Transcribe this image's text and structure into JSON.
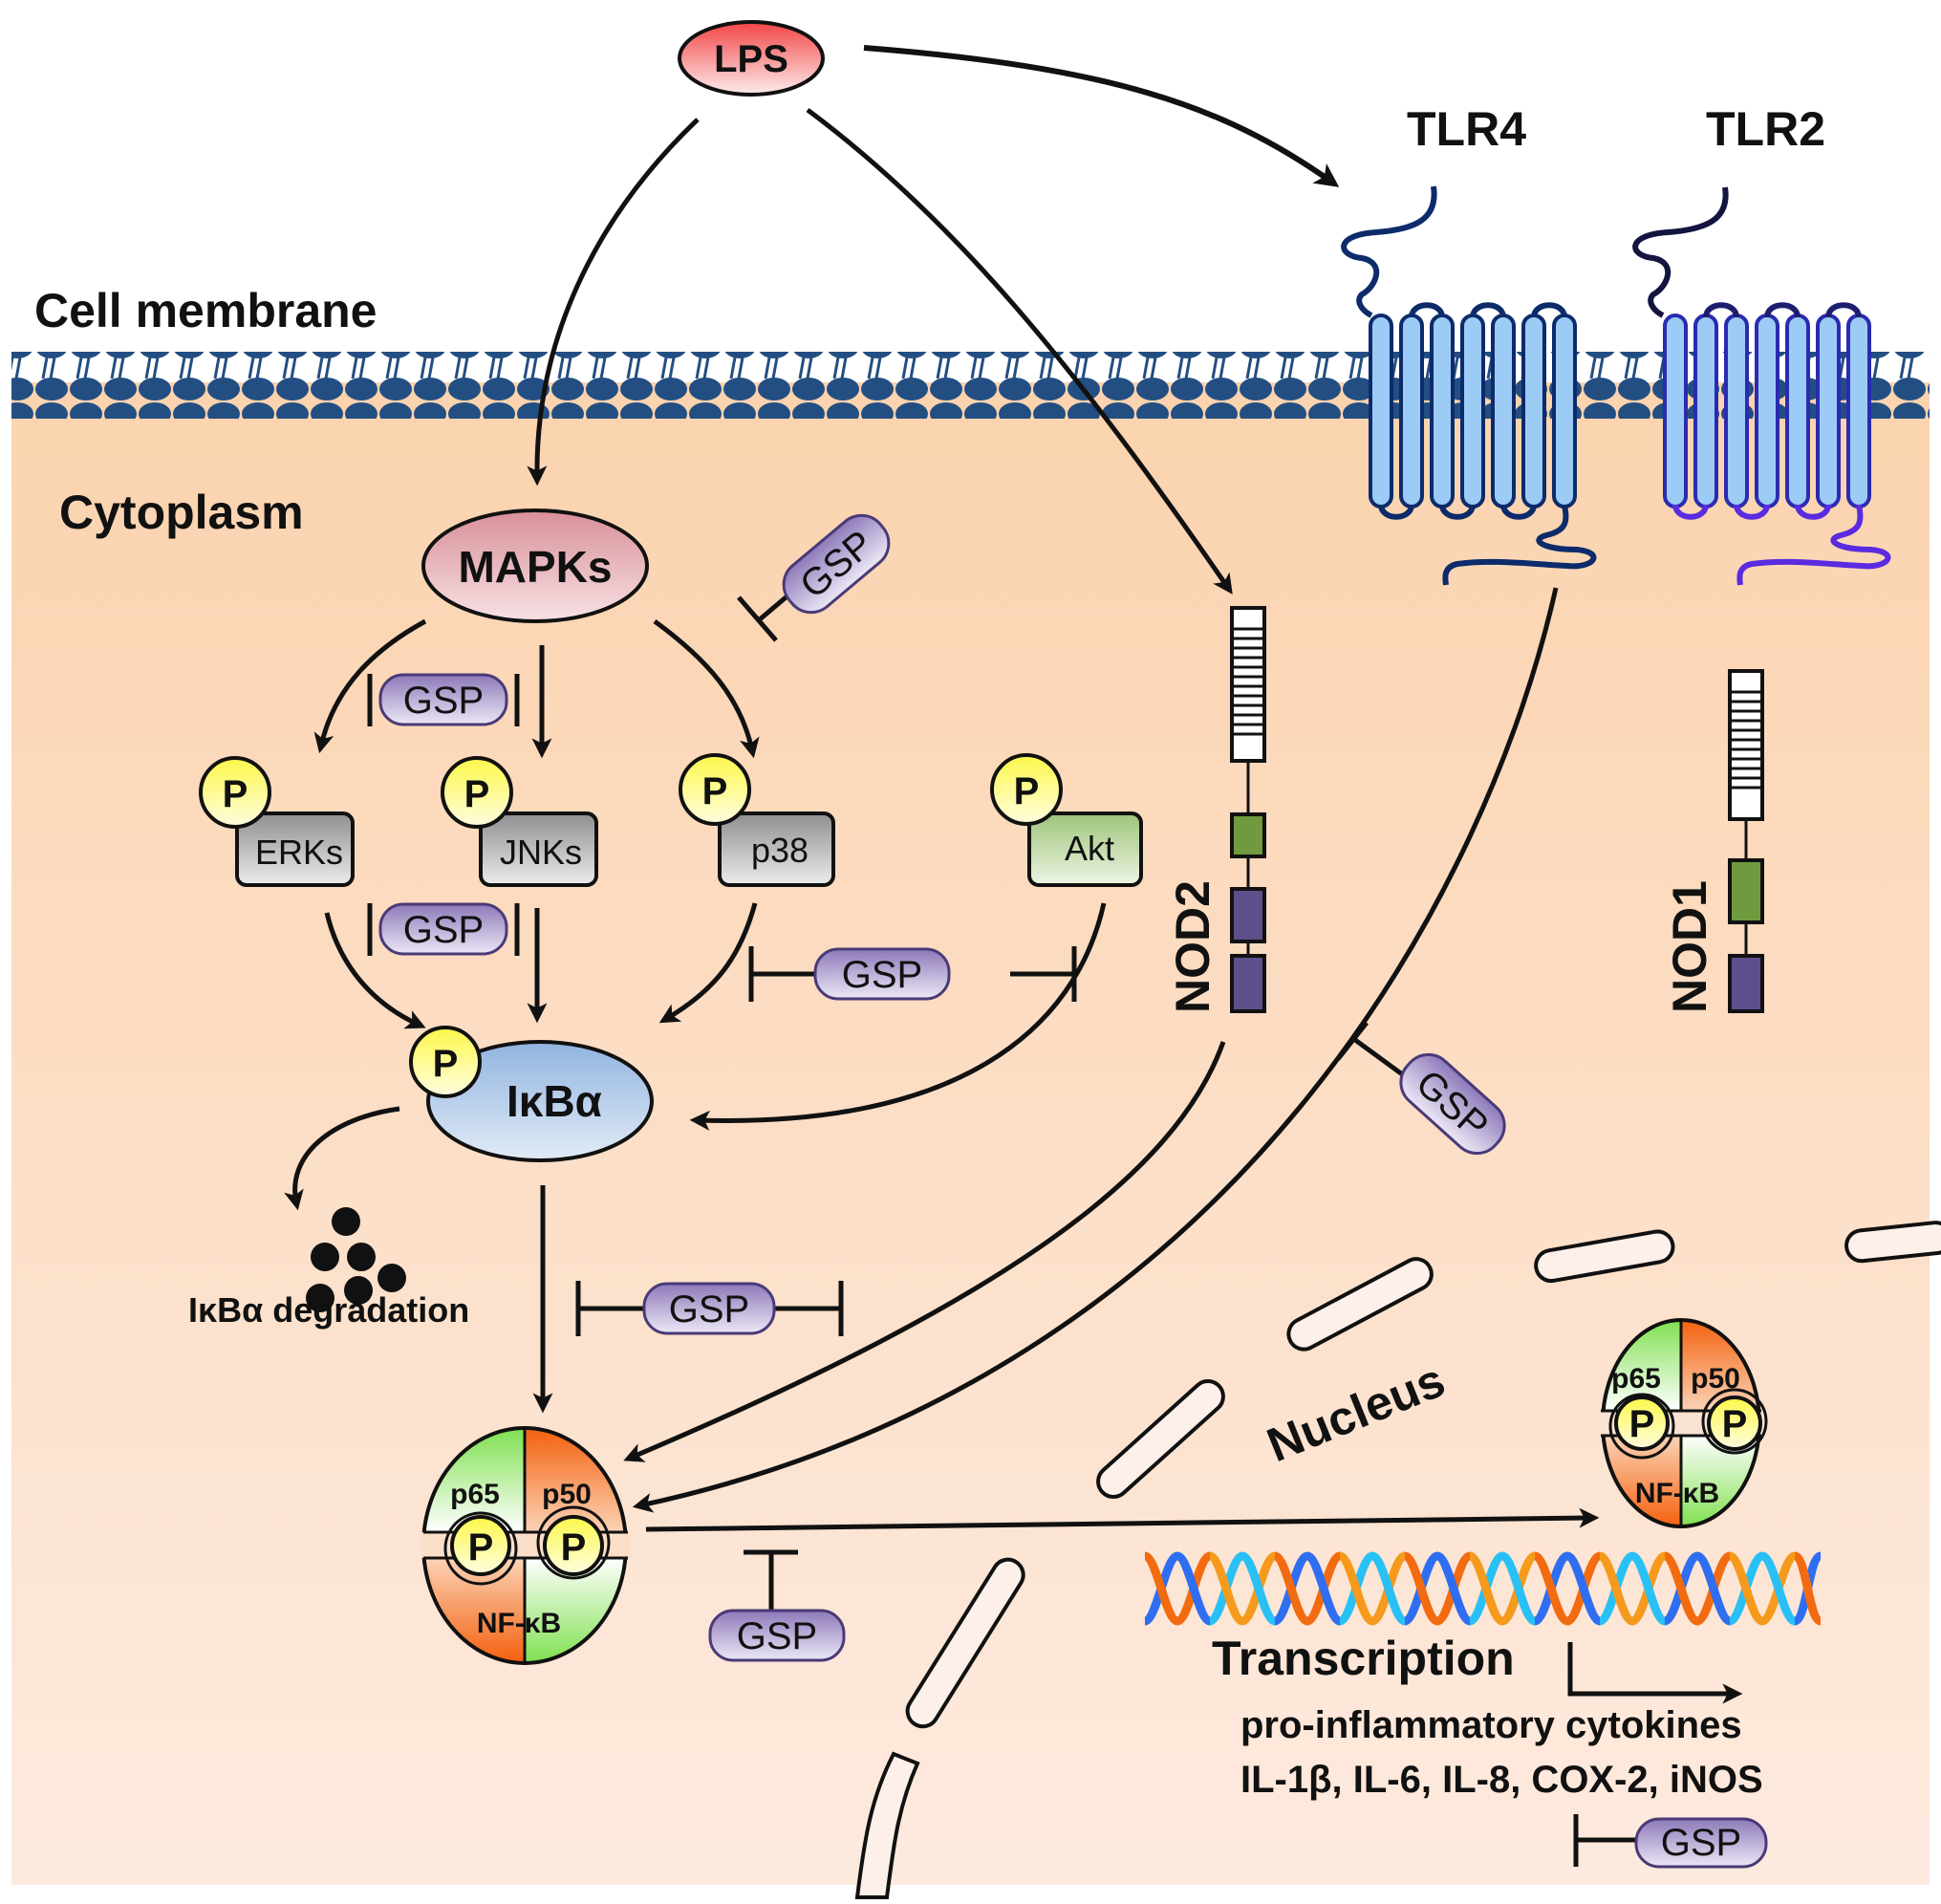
{
  "figure": {
    "type": "signaling-pathway-diagram",
    "colors": {
      "cytoplasm": "#fbd5b2",
      "nucleus": "#fde8da",
      "membrane": "#234e82",
      "receptor_fill": "#9ccbf5",
      "receptor_stroke_tlr4": "#0d2b6b",
      "receptor_stroke_tlr2": "#3a1fd0",
      "gsp_fill": "#a592c8",
      "phospho_fill": "#fdfb62",
      "kinase_fill": "#b8b8b8",
      "akt_fill": "#b9d39a",
      "ikba_fill": "#9dbde3",
      "mapk_fill": "#e2a9b0",
      "lps_fill": "#f25a5a",
      "p65_color": "#86e55a",
      "p50_color": "#f56b1a",
      "nod_green": "#6f9a3e",
      "nod_purple": "#5f4e8c"
    }
  },
  "regions": {
    "cell_membrane": "Cell membrane",
    "cytoplasm": "Cytoplasm",
    "nucleus": "Nucleus"
  },
  "ligand": {
    "label": "LPS"
  },
  "receptors": [
    {
      "id": "tlr4",
      "label": "TLR4"
    },
    {
      "id": "tlr2",
      "label": "TLR2"
    },
    {
      "id": "nod2",
      "label": "NOD2"
    },
    {
      "id": "nod1",
      "label": "NOD1"
    }
  ],
  "nodes": {
    "mapks": "MAPKs",
    "erks": "ERKs",
    "jnks": "JNKs",
    "p38": "p38",
    "akt": "Akt",
    "ikba": "IκBα",
    "phospho": "P",
    "nfkb": "NF-κB",
    "p65": "p65",
    "p50": "p50"
  },
  "inhibitor": {
    "label": "GSP"
  },
  "texts": {
    "ikba_degradation": "IκBα degradation",
    "transcription": "Transcription",
    "cytokines_heading": "pro-inflammatory cytokines",
    "cytokines_list": "IL-1β, IL-6, IL-8, COX-2, iNOS"
  },
  "edges": [
    {
      "from": "LPS",
      "to": "MAPKs",
      "kind": "activation"
    },
    {
      "from": "LPS",
      "to": "NOD2",
      "kind": "activation"
    },
    {
      "from": "LPS",
      "to": "TLR4",
      "kind": "activation"
    },
    {
      "from": "MAPKs",
      "to": "ERKs",
      "kind": "activation"
    },
    {
      "from": "MAPKs",
      "to": "JNKs",
      "kind": "activation"
    },
    {
      "from": "MAPKs",
      "to": "p38",
      "kind": "activation"
    },
    {
      "from": "ERKs",
      "to": "IκBα",
      "kind": "activation"
    },
    {
      "from": "JNKs",
      "to": "IκBα",
      "kind": "activation"
    },
    {
      "from": "p38",
      "to": "IκBα",
      "kind": "activation"
    },
    {
      "from": "Akt",
      "to": "IκBα",
      "kind": "activation"
    },
    {
      "from": "IκBα",
      "to": "IκBα degradation",
      "kind": "activation"
    },
    {
      "from": "IκBα",
      "to": "NF-κB",
      "kind": "activation"
    },
    {
      "from": "NOD2",
      "to": "NF-κB",
      "kind": "activation"
    },
    {
      "from": "TLR4",
      "to": "NF-κB",
      "kind": "activation"
    },
    {
      "from": "NF-κB",
      "to": "NF-κB (nucleus)",
      "kind": "translocation"
    },
    {
      "from": "Transcription",
      "to": "pro-inflammatory cytokines",
      "kind": "activation"
    },
    {
      "from": "GSP",
      "to": "MAPKs→p38",
      "kind": "inhibition"
    },
    {
      "from": "GSP",
      "to": "MAPKs→ERKs/JNKs",
      "kind": "inhibition"
    },
    {
      "from": "GSP",
      "to": "ERKs/JNKs→IκBα",
      "kind": "inhibition"
    },
    {
      "from": "GSP",
      "to": "p38/Akt→IκBα",
      "kind": "inhibition"
    },
    {
      "from": "GSP",
      "to": "IκBα→NF-κB",
      "kind": "inhibition"
    },
    {
      "from": "GSP",
      "to": "TLR4/NOD2→NF-κB",
      "kind": "inhibition"
    },
    {
      "from": "GSP",
      "to": "NF-κB translocation",
      "kind": "inhibition"
    },
    {
      "from": "GSP",
      "to": "cytokines",
      "kind": "inhibition"
    }
  ]
}
